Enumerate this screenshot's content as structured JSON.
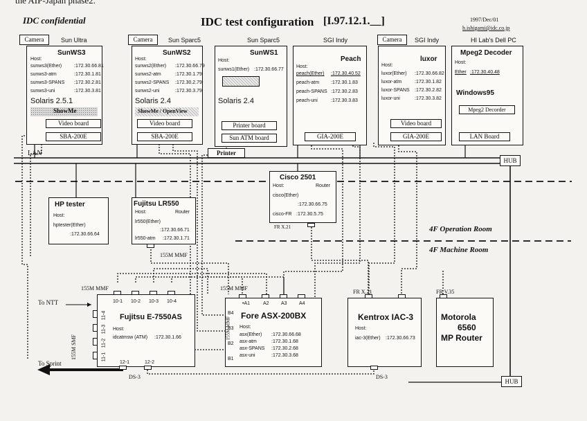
{
  "header": {
    "cut_text": "the AIP-Japan phase2.",
    "confidential": "IDC confidential",
    "title": "IDC test configuration",
    "doc_id": "[I.97.12.1.__]",
    "date": "1997/Dec/01",
    "email": "h.ishigami@idc.co.jp"
  },
  "machines": {
    "sunws3": {
      "camera": "Camera",
      "platform": "Sun Ultra",
      "name": "SunWS3",
      "host": "Host:",
      "rows": [
        [
          "sunws3(Ether)",
          ":172.30.66.81"
        ],
        [
          "sunws3-atm",
          ":172.30.1.81"
        ],
        [
          "sunws3-SPANS",
          ":172.30.2.81"
        ],
        [
          "sunws3-uni",
          ":172.30.3.81"
        ]
      ],
      "os": "Solaris 2.5.1",
      "app": "ShowMe",
      "board1": "Video board",
      "board2": "SBA-200E"
    },
    "sunws2": {
      "camera": "Camera",
      "platform": "Sun Sparc5",
      "name": "SunWS2",
      "host": "Host:",
      "rows": [
        [
          "sunws2(Ether)",
          ":172.30.66.79"
        ],
        [
          "sunws2-atm",
          ":172.30.1.79"
        ],
        [
          "sunws2-SPANS",
          ":172.30.2.79"
        ],
        [
          "sunws2-uni",
          ":172.30.3.79"
        ]
      ],
      "os": "Solaris 2.4",
      "app": "ShowMe / OpenView",
      "board1": "Video board",
      "board2": "SBA-200E"
    },
    "sunws1": {
      "platform": "Sun Sparc5",
      "name": "SunWS1",
      "host": "Host:",
      "rows": [
        [
          "sunws1(Ether)",
          ":172.30.66.77"
        ]
      ],
      "os": "Solaris 2.4",
      "board1": "Printer board",
      "board2": "Sun ATM board",
      "printer": "Printer"
    },
    "peach": {
      "platform": "SGI Indy",
      "name": "Peach",
      "host": "Host:",
      "rows": [
        [
          "peach(Ether)",
          ":172.30.40.52"
        ],
        [
          "peach-atm",
          ":172.30.1.83"
        ],
        [
          "peach-SPANS",
          ":172.30.2.83"
        ],
        [
          "peach-uni",
          ":172.30.3.83"
        ]
      ],
      "board2": "GIA-200E"
    },
    "luxor": {
      "camera": "Camera",
      "platform": "SGI Indy",
      "name": "luxor",
      "host": "Host:",
      "rows": [
        [
          "luxor(Ether)",
          ":172.30.66.82"
        ],
        [
          "luxor-atm",
          ":172.30.1.82"
        ],
        [
          "luxor-SPANS",
          ":172.30.2.82"
        ],
        [
          "luxor-uni",
          ":172.30.3.82"
        ]
      ],
      "board1": "Video board",
      "board2": "GIA-200E"
    },
    "mpeg": {
      "platform": "HI Lab's Dell PC",
      "name": "Mpeg2 Decoder",
      "host": "Host:",
      "rows": [
        [
          "Ether",
          ":172.30.40.48"
        ]
      ],
      "os": "Windows95",
      "board1": "Mpeg2 Decorder",
      "board2": "LAN Board"
    }
  },
  "network": {
    "lan": "LAN",
    "hub": "HUB",
    "hub2": "HUB",
    "cisco": {
      "name": "Cisco 2501",
      "host": "Host:",
      "role": "Router",
      "r1": "cisco(Ether)",
      "ip1": ":172.30.66.75",
      "r2": "cisco-FR",
      "ip2": ":172.30.5.75"
    },
    "hp": {
      "name": "HP tester",
      "host": "Host:",
      "r1": "hptester(Ether)",
      "ip1": ":172.30.66.64"
    },
    "lr550": {
      "name": "Fujitsu LR550",
      "host": "Host:",
      "role": "Router",
      "r1": "lr550(Ether)",
      "ip1": ":172.30.66.71",
      "r2": "lr550-atm",
      "ip2": ":172.30.1.71"
    },
    "op_room": "4F Operation Room",
    "machine_room": "4F Machine Room",
    "fr_x21_cisco": "FR X.21",
    "mmf_lr": "155M MMF",
    "e7550": {
      "name": "Fujitsu E-7550AS",
      "host": "Host:",
      "r1": "idcatmsw (ATM)",
      "ip1": ":172.30.1.66",
      "ports_top": [
        "10-1",
        "10-2",
        "10-3",
        "10-4"
      ],
      "ports_left": [
        "11-4",
        "11-3",
        "11-2",
        "11-1"
      ],
      "ports_bottom": [
        "12-1",
        "12-2"
      ],
      "mmf": "155M MMF",
      "smf": "155M SMF"
    },
    "fore": {
      "name": "Fore ASX-200BX",
      "host": "Host:",
      "rows": [
        [
          "asx(Ether)",
          ":172.30.66.68"
        ],
        [
          "asx-atm",
          ":172.30.1.68"
        ],
        [
          "asx-SPANS",
          ":172.30.2.68"
        ],
        [
          "asx-uni",
          ":172.30.3.68"
        ]
      ],
      "ports_top": [
        "•A1",
        "A2",
        "A3",
        "A4"
      ],
      "ports_left": [
        "B4",
        "B3",
        "B2",
        "B1"
      ],
      "mmf": "155M MMF",
      "mmf_side": "155M MMF"
    },
    "kentrox": {
      "name": "Kentrox IAC-3",
      "host": "Host:",
      "r1": "iac-3(Ether)",
      "ip1": ":172.30.66.73",
      "fr": "FR X.21"
    },
    "motorola": {
      "line1": "Motorola",
      "line2": "6560",
      "line3": "MP Router",
      "fr": "FR V.35"
    },
    "to_ntt": "To NTT",
    "to_sprint": "To Sprint",
    "ds3_a": "DS-3",
    "ds3_b": "DS-3"
  }
}
